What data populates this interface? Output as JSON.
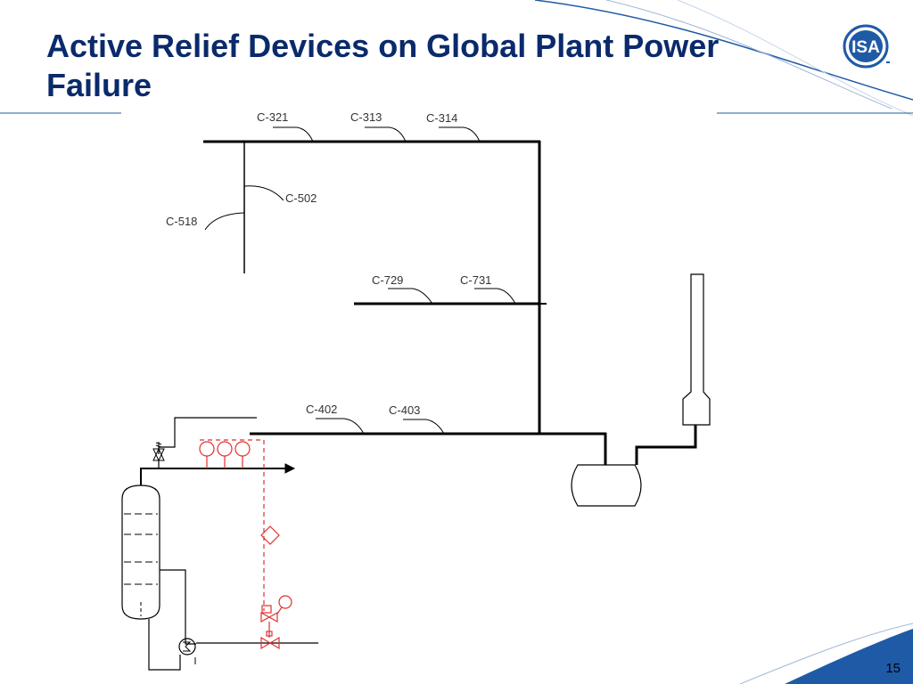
{
  "slide": {
    "title_line1": "Active Relief Devices on Global Plant Power",
    "title_line2": "Failure",
    "page_number": "15",
    "logo_text": "ISA"
  },
  "colors": {
    "title": "#0a2a6b",
    "accent_blue": "#1f5aa6",
    "line": "#000000",
    "relief_red": "#e0312f"
  },
  "diagram": {
    "pipe_labels": {
      "c321": "C-321",
      "c313": "C-313",
      "c314": "C-314",
      "c502": "C-502",
      "c518": "C-518",
      "c729": "C-729",
      "c731": "C-731",
      "c402": "C-402",
      "c403": "C-403"
    }
  }
}
